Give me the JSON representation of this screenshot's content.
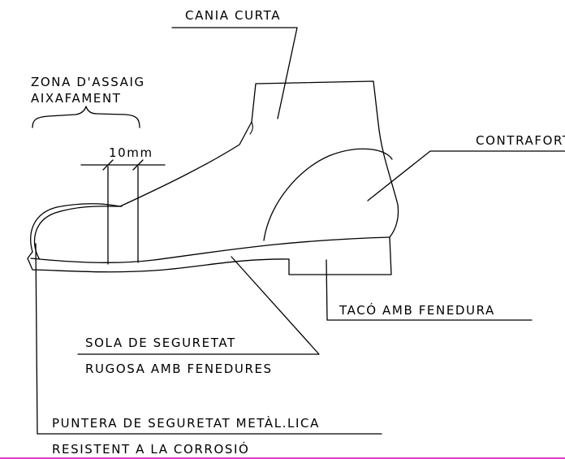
{
  "labels": {
    "upper": "CANIA CURTA",
    "test_zone_line1": "ZONA D'ASSAIG",
    "test_zone_line2": "AIXAFAMENT",
    "dimension": "10mm",
    "counter": "CONTRAFORT",
    "heel": "TACÓ AMB FENEDURA",
    "sole_line1": "SOLA DE SEGURETAT",
    "sole_line2": "RUGOSA AMB FENEDURES",
    "toecap_line1": "PUNTERA DE SEGURETAT METÀL.LICA",
    "toecap_line2": "RESISTENT A LA CORROSIÓ"
  },
  "colors": {
    "ink": "#000000",
    "background": "#ffffff",
    "bottom_edge": "#e23cc0"
  }
}
